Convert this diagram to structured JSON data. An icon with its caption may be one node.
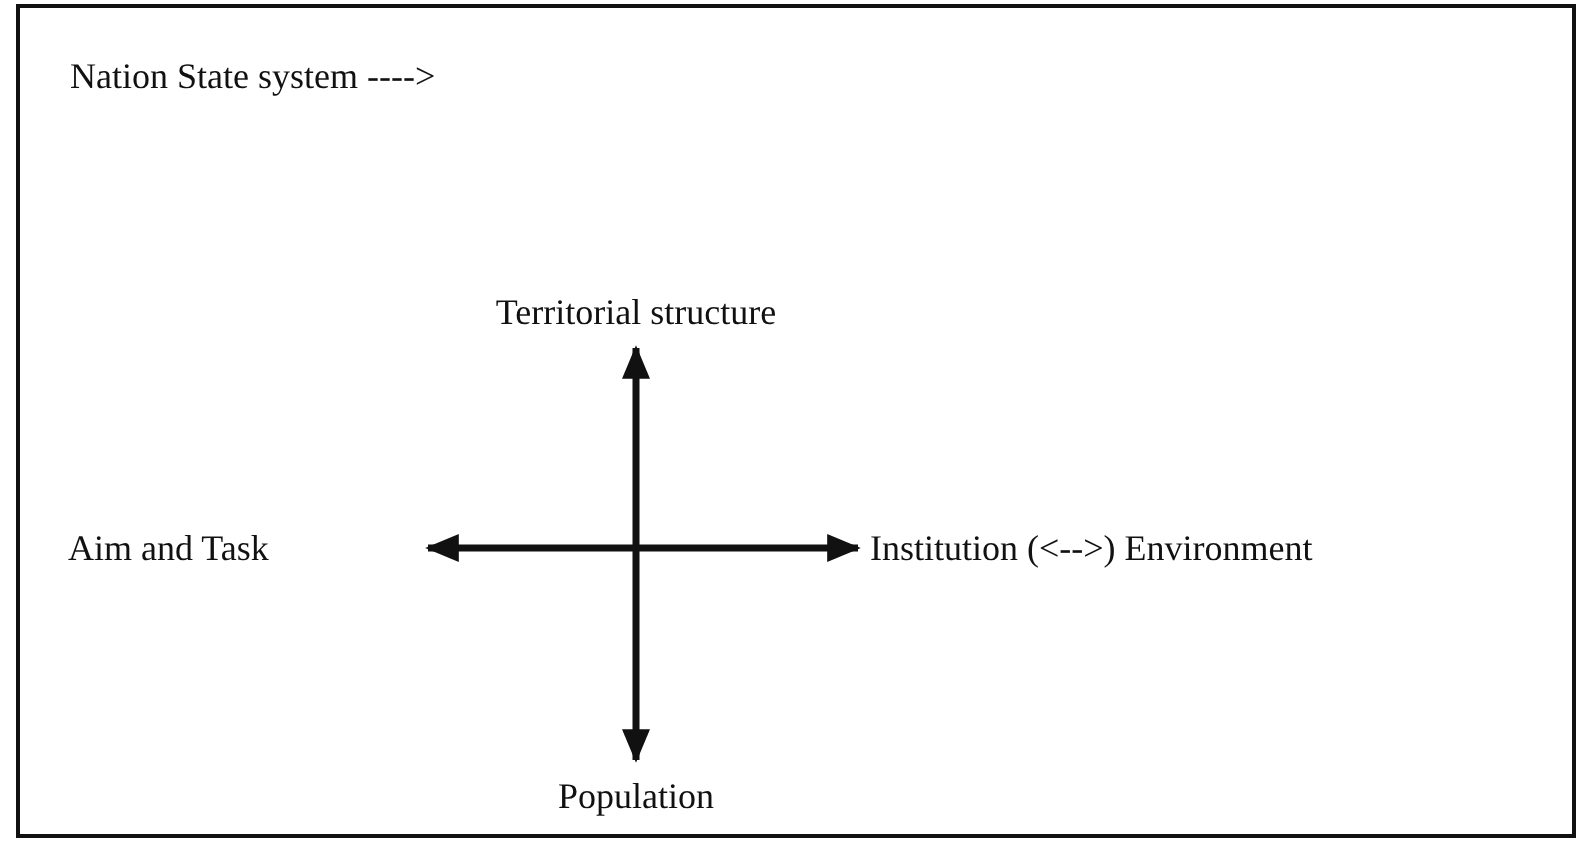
{
  "diagram": {
    "title": "Nation State system ---->",
    "nodes": [
      {
        "text": [
          "Territorial structure"
        ]
      },
      {
        "text": [
          "Aim and Task"
        ]
      },
      {
        "text": [
          "Institution (<-->) Environment"
        ]
      },
      {
        "text": [
          "Population"
        ]
      }
    ],
    "edges": [
      {
        "from": 0,
        "to": 3,
        "arrow": "both"
      },
      {
        "from": 1,
        "to": 2,
        "arrow": "both"
      }
    ]
  }
}
